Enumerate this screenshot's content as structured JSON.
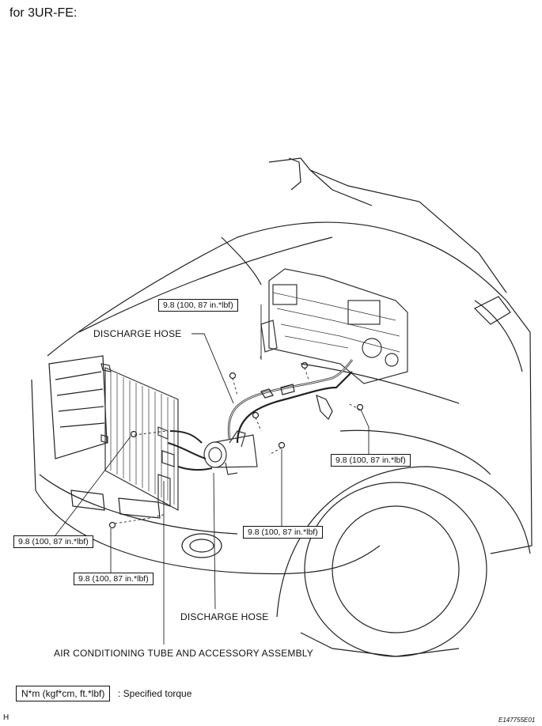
{
  "title": "for 3UR-FE:",
  "labels": {
    "discharge_hose_upper": "DISCHARGE HOSE",
    "discharge_hose_lower": "DISCHARGE HOSE",
    "ac_tube_assembly": "AIR CONDITIONING TUBE AND ACCESSORY ASSEMBLY"
  },
  "torques": {
    "t1": "9.8 (100, 87 in.*lbf)",
    "t2": "9.8 (100, 87 in.*lbf)",
    "t3": "9.8 (100, 87 in.*lbf)",
    "t4": "9.8 (100, 87 in.*lbf)",
    "t5": "9.8 (100, 87 in.*lbf)"
  },
  "legend": {
    "unit_box": "N*m (kgf*cm, ft.*lbf)",
    "text": ": Specified torque"
  },
  "corner_letter": "H",
  "figure_id": "E147755E01"
}
